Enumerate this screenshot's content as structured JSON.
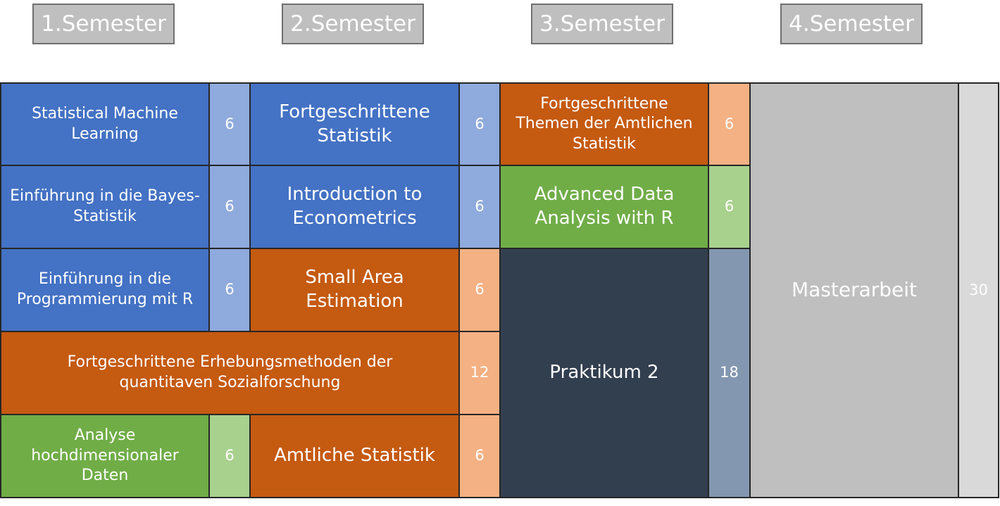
{
  "semesters": [
    "1.Semester",
    "2.Semester",
    "3.Semester",
    "4.Semester"
  ],
  "modules": {
    "statistical_machine_learning": {
      "title": "Statistical Machine Learning",
      "ects": "6"
    },
    "bayes_statistik": {
      "title": "Einführung in die Bayes-Statistik",
      "ects": "6"
    },
    "programmierung_r": {
      "title": "Einführung in die Programmierung mit R",
      "ects": "6"
    },
    "erhebungsmethoden": {
      "title": "Fortgeschrittene Erhebungsmethoden der quantitaven Sozialforschung",
      "ects": "12"
    },
    "hochdimensionale_daten": {
      "title": "Analyse hochdimensionaler Daten",
      "ects": "6"
    },
    "fortgeschrittene_statistik": {
      "title": "Fortgeschrittene Statistik",
      "ects": "6"
    },
    "econometrics": {
      "title": "Introduction to Econometrics",
      "ects": "6"
    },
    "small_area_estimation": {
      "title": "Small Area Estimation",
      "ects": "6"
    },
    "amtliche_statistik": {
      "title": "Amtliche Statistik",
      "ects": "6"
    },
    "themen_amtliche_statistik": {
      "title": "Fortgeschrittene Themen der Amtlichen Statistik",
      "ects": "6"
    },
    "advanced_data_analysis": {
      "title": "Advanced Data Analysis with R",
      "ects": "6"
    },
    "praktikum": {
      "title": "Praktikum 2",
      "ects": "18"
    },
    "masterarbeit": {
      "title": "Masterarbeit",
      "ects": "30"
    }
  },
  "colors": {
    "blue": "#4472c4",
    "blue_light": "#8faadc",
    "orange": "#c55a11",
    "orange_light": "#f4b183",
    "green": "#70ad47",
    "green_light": "#a9d18e",
    "dark": "#323f4f",
    "dark_light": "#8497b0",
    "grey": "#bfbfbf",
    "grey_light": "#d9d9d9"
  }
}
